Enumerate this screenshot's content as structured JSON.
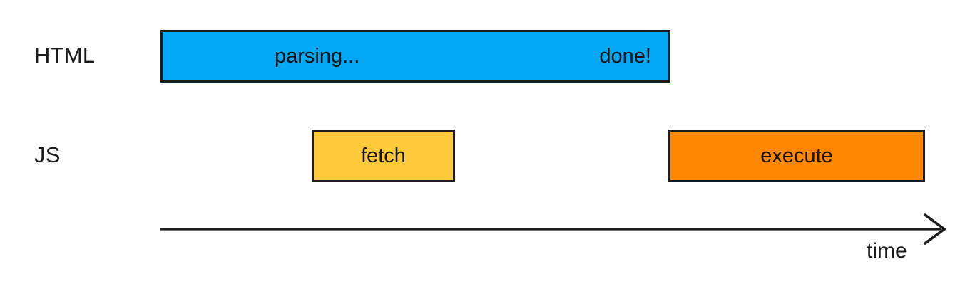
{
  "diagram": {
    "type": "timeline",
    "background_color": "#ffffff",
    "stroke_color": "#1c1c1c",
    "rows": [
      {
        "label": "HTML",
        "bars": [
          {
            "name": "parsing",
            "fill": "#03a9f4",
            "text_start": "parsing...",
            "text_end": "done!"
          }
        ]
      },
      {
        "label": "JS",
        "bars": [
          {
            "name": "fetch",
            "fill": "#ffca3a",
            "text": "fetch"
          },
          {
            "name": "execute",
            "fill": "#ff8800",
            "text": "execute"
          }
        ]
      }
    ],
    "axis": {
      "label": "time",
      "direction": "right"
    }
  }
}
